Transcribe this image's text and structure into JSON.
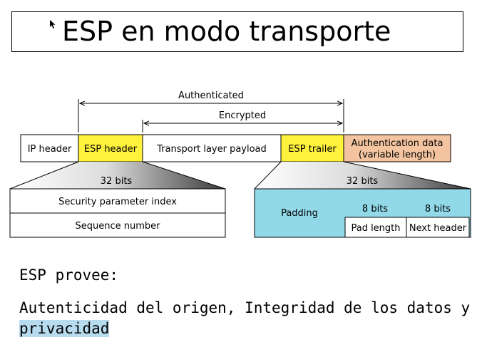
{
  "slide": {
    "title": "ESP en modo transporte"
  },
  "diagram": {
    "authenticated_label": "Authenticated",
    "encrypted_label": "Encrypted",
    "packet": {
      "ip_header": "IP header",
      "esp_header": "ESP header",
      "payload": "Transport layer payload",
      "esp_trailer": "ESP trailer",
      "auth_data_line1": "Authentication data",
      "auth_data_line2": "(variable length)"
    },
    "header_detail": {
      "bits_label": "32 bits",
      "spi": "Security parameter index",
      "sequence": "Sequence number"
    },
    "trailer_detail": {
      "bits_label": "32 bits",
      "padding": "Padding",
      "pad_length_bits": "8 bits",
      "next_header_bits": "8 bits",
      "pad_length": "Pad length",
      "next_header": "Next header"
    },
    "colors": {
      "esp_yellow": "#fff23c",
      "auth_orange": "#f3c49f",
      "trailer_cyan": "#91d9e8"
    }
  },
  "text": {
    "provee": "ESP provee:",
    "line1": "Autenticidad del origen, Integridad de los datos y",
    "line2": "privacidad"
  }
}
